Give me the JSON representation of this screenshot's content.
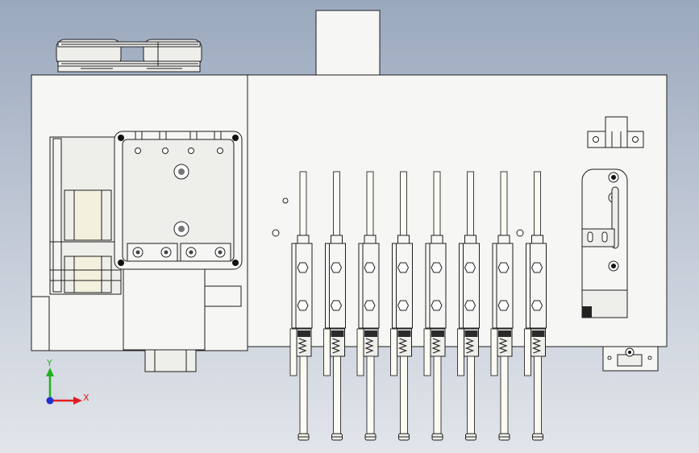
{
  "view": {
    "background_top": "#9aa8bd",
    "background_bottom": "#e2e5ea",
    "part_fill": "#f6f6f4",
    "line_color": "#1e1e1e"
  },
  "triad": {
    "x_label": "X",
    "y_label": "Y",
    "x_color": "#e02020",
    "y_color": "#22b022",
    "z_color": "#2030d0"
  },
  "assembly": {
    "nozzle_count": 8
  }
}
